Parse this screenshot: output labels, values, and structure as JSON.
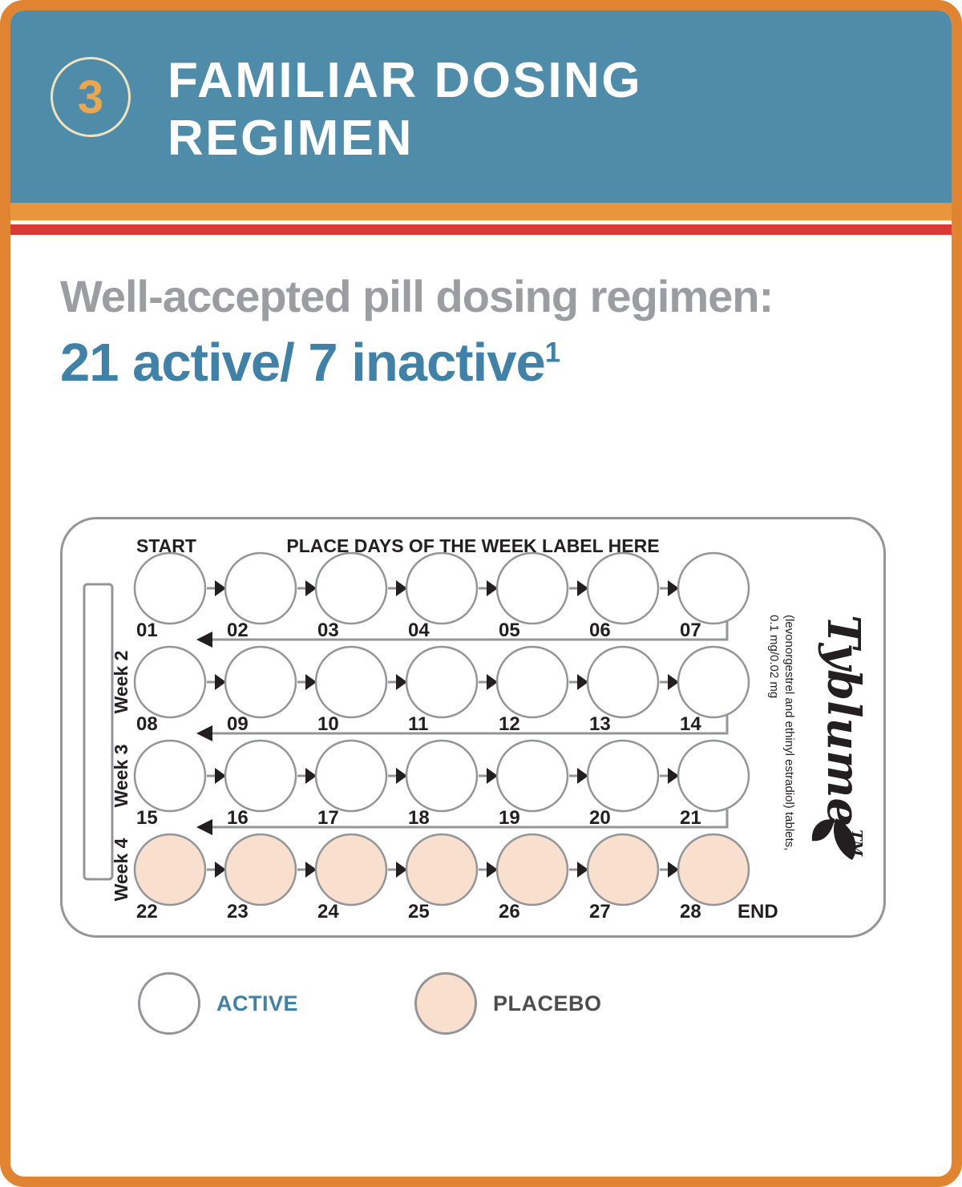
{
  "colors": {
    "frame_orange": "#E08432",
    "header_blue": "#4E8CA9",
    "badge_gold": "#E9A850",
    "badge_ring": "#F2E2BC",
    "stripe_orange": "#E9953C",
    "stripe_red": "#D93B34",
    "headline_gray": "#9B9DA0",
    "accent_blue": "#3F81A7",
    "placebo_peach": "#F8DFCE",
    "outline_gray": "#939598",
    "ink": "#231F20"
  },
  "header": {
    "step_number": "3",
    "title_line1": "FAMILIAR DOSING",
    "title_line2": "REGIMEN"
  },
  "headline": {
    "line1": "Well-accepted pill dosing regimen:",
    "line2": "21 active/ 7 inactive",
    "footnote_marker": "1"
  },
  "pack": {
    "start_label": "START",
    "days_strip_label": "PLACE DAYS OF THE WEEK LABEL HERE",
    "end_label": "END",
    "weeks": [
      {
        "week_label": "",
        "pill_type": "active",
        "days": [
          "01",
          "02",
          "03",
          "04",
          "05",
          "06",
          "07"
        ]
      },
      {
        "week_label": "Week 2",
        "pill_type": "active",
        "days": [
          "08",
          "09",
          "10",
          "11",
          "12",
          "13",
          "14"
        ]
      },
      {
        "week_label": "Week 3",
        "pill_type": "active",
        "days": [
          "15",
          "16",
          "17",
          "18",
          "19",
          "20",
          "21"
        ]
      },
      {
        "week_label": "Week 4",
        "pill_type": "placebo",
        "days": [
          "22",
          "23",
          "24",
          "25",
          "26",
          "27",
          "28"
        ]
      }
    ],
    "brand": {
      "name": "Tyblume",
      "trademark": "TM",
      "description_line1": "(levonorgestrel and ethinyl estradiol) tablets,",
      "description_line2": "0.1 mg/0.02 mg"
    }
  },
  "legend": {
    "items": [
      {
        "label": "ACTIVE",
        "pill_type": "active",
        "label_color": "#3F81A7"
      },
      {
        "label": "PLACEBO",
        "pill_type": "placebo",
        "label_color": "#4D4D4F"
      }
    ]
  }
}
